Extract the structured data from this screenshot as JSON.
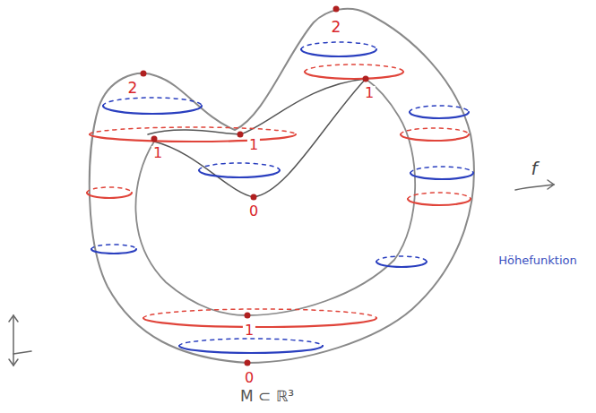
{
  "diagram": {
    "labels": [
      "2",
      "2",
      "1",
      "1",
      "1",
      "0",
      "f",
      "Höhefunktion",
      "1",
      "0",
      "M ⊂ ℝ³"
    ]
  }
}
